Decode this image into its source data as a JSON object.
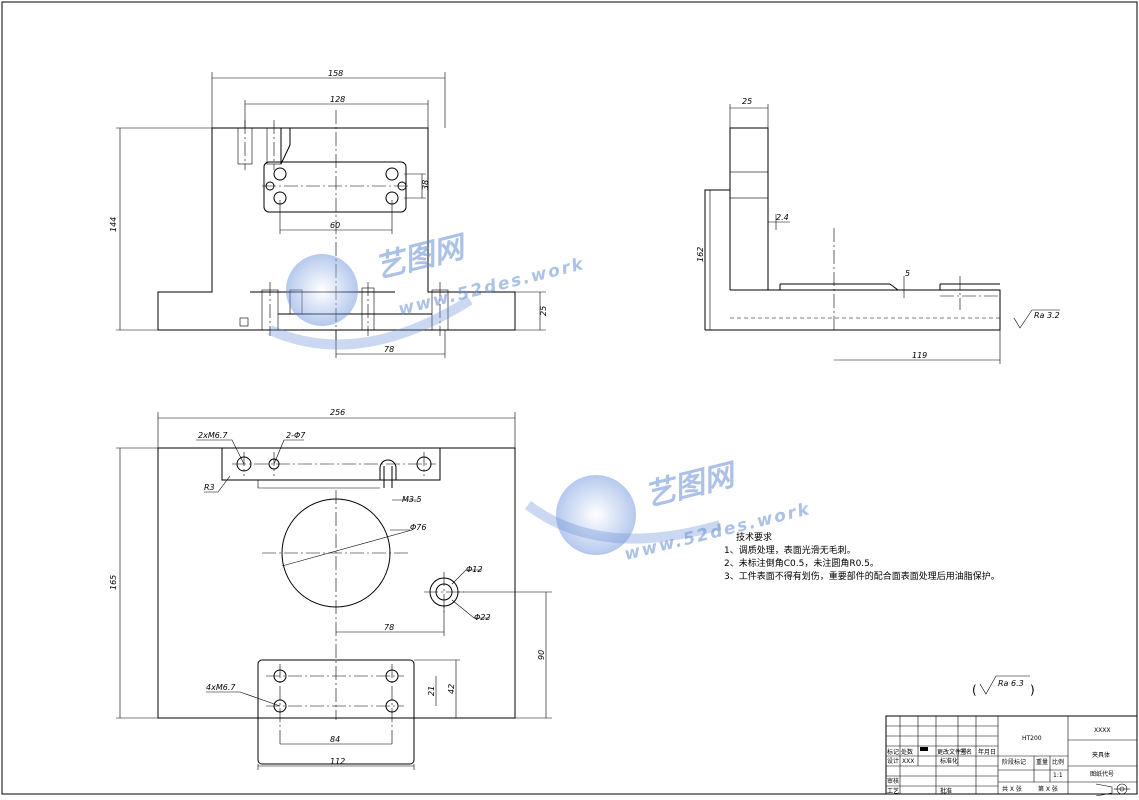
{
  "dimensions": {
    "front_width": "158",
    "front_inner_width": "128",
    "front_height": "144",
    "slot_height": "38",
    "slot_spacing": "60",
    "base_height": "25",
    "bore_spacing": "78",
    "side_thickness": "25",
    "side_step": "2.4",
    "side_height": "162",
    "side_groove": "5",
    "side_length": "119",
    "top_width": "256",
    "top_height": "165",
    "top_hole_spacing": "78",
    "top_hole_offset": "90",
    "slot_hole_v1": "21",
    "slot_hole_v2": "42",
    "slot_hole_h": "84",
    "slot_width": "112"
  },
  "callouts": {
    "thread_2x": "2xM6.7",
    "pin_2": "2-Φ7",
    "radius": "R3",
    "thread_m35": "M3.5",
    "dia_76": "Φ76",
    "dia_12": "Φ12",
    "dia_22": "Φ22",
    "thread_4x": "4xM6.7",
    "roughness_side": "Ra 3.2",
    "roughness_general": "Ra 6.3"
  },
  "watermark": {
    "brand": "艺图网",
    "url": "www.52des.work"
  },
  "tech_requirements": {
    "title": "技术要求",
    "items": [
      "1、调质处理，表面光滑无毛刺。",
      "2、未标注倒角C0.5，未注圆角R0.5。",
      "3、工件表面不得有划伤，重要部件的配合面表面处理后用油脂保护。"
    ]
  },
  "title_block": {
    "material": "HT200",
    "code": "XXXX",
    "part_name": "夹具体",
    "drawing_no": "图纸代号",
    "stage_mark": "阶段标记",
    "weight": "重量",
    "scale": "比例",
    "scale_value": "1:1",
    "designer_label": "设计",
    "designer": "XXX",
    "standard": "标准化",
    "mark": "标记",
    "count": "处数",
    "revise": "更改文件号",
    "sign": "签名",
    "date": "年月日",
    "review": "审核",
    "process": "工艺",
    "approve": "批准",
    "sheet_total": "共 X 张",
    "sheet_no": "第 X 张"
  },
  "colors": {
    "watermark": "#6a8fd6",
    "line": "#000000"
  }
}
